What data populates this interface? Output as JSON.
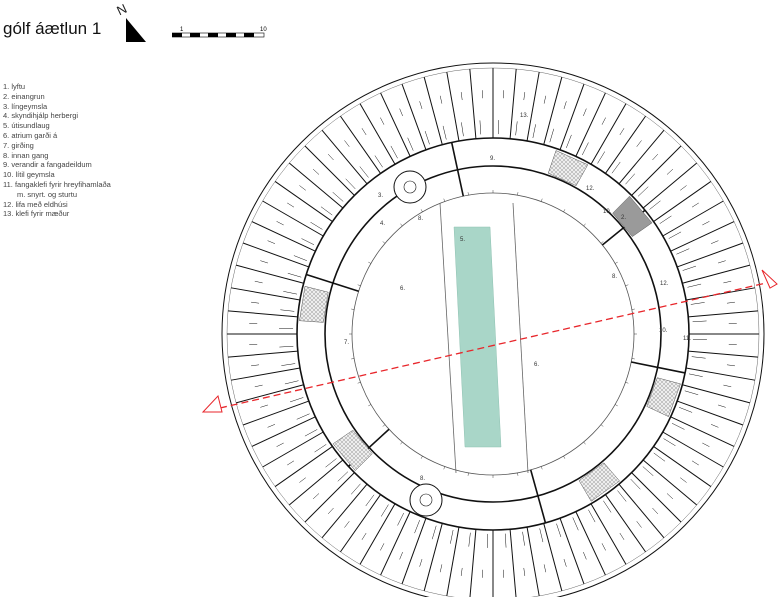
{
  "title": "gólf áætlun 1",
  "north_label": "N",
  "scale": {
    "start": "1",
    "end": "10"
  },
  "legend": [
    "1. lyftu",
    "2. einangrun",
    "3. língeymsla",
    "4. skyndihjálp herbergi",
    "5. útisundlaug",
    "6. atrium garði á",
    "7. girðing",
    "8. innan gang",
    "9. verandir a fangadeildum",
    "10. lítil geymsla",
    "11. fangaklefi fyrir hreyfihamlaða",
    "m. snyrt. og sturtu",
    "12. lifa með eldhúsi",
    "13. klefi fyrir mæður"
  ],
  "room_labels": [
    "5.",
    "6.",
    "6.",
    "7.",
    "8.",
    "8.",
    "8.",
    "9.",
    "2.",
    "10.",
    "12.",
    "12.",
    "11.",
    "10.",
    "13.",
    "3.",
    "4."
  ],
  "colors": {
    "pool": "#a9d6c8",
    "section_line": "#e8262b",
    "isolation": "#9a9a9a",
    "walls": "#111111"
  }
}
